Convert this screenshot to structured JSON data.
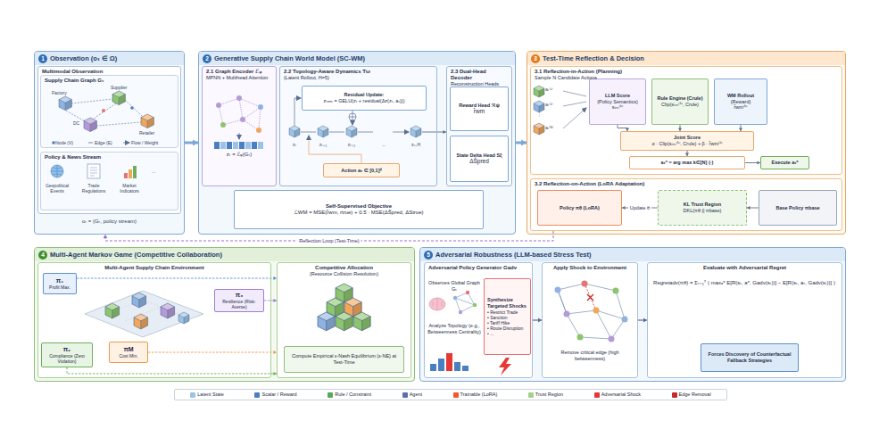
{
  "diagram": {
    "nodes": [
      {
        "text": [
          "1",
          "Observation (oₜ ∈ Ω)"
        ]
      },
      {
        "text": [
          "Multimodal Observation"
        ],
        "in": 0
      },
      {
        "text": [
          "Supply Chain Graph Gₜ"
        ],
        "in": 1
      },
      {
        "text": [
          "Policy & News Stream"
        ],
        "in": 1
      },
      {
        "text": [
          "2",
          "Generative Supply Chain World Model (SC-WM)"
        ]
      },
      {
        "text": [
          "2.1 Graph Encoder ℰᵩ",
          "MPNN + Multihead Attention",
          "zₜ = ℰᵩ(Gₜ)"
        ],
        "in": 4
      },
      {
        "text": [
          "2.2 Topology-Aware Dynamics Tω",
          "(Latent Rollout, H=5)"
        ],
        "in": 4
      },
      {
        "text": [
          "Residual Update:",
          "zₙₑₓₜ = GELU(zₜ + residual(Δz(zₜ, aₜ)))"
        ],
        "in": 6
      },
      {
        "text": [
          "Action aₜ ∈ [0,1]ᵈ"
        ],
        "in": 6
      },
      {
        "text": [
          "2.3 Dual-Head Decoder",
          "Reconstruction Heads"
        ],
        "in": 4
      },
      {
        "text": [
          "Reward Head ℛψ",
          "r̂wm"
        ],
        "in": 9
      },
      {
        "text": [
          "State Delta Head Sξ",
          "ΔŜpred"
        ],
        "in": 9
      },
      {
        "text": [
          "Self-Supervised Objective",
          "ℒWM = MSE(r̂wm, rtrue) + 0.5 · MSE(ΔŜpred, ΔStrue)"
        ],
        "in": 4
      },
      {
        "text": [
          "3",
          "Test-Time Reflection & Decision"
        ]
      },
      {
        "text": [
          "3.1 Reflection-in-Action (Planning)",
          "Sample N Candidate Actions"
        ],
        "in": 13
      },
      {
        "text": [
          "LLM Score",
          "(Policy Semantics)",
          "sₗₗₘ⁽ᵏ⁾"
        ],
        "in": 14
      },
      {
        "text": [
          "Rule Engine (Crule)",
          "Clip(sₗₗₘ⁽ᵏ⁾, Crule)"
        ],
        "in": 14
      },
      {
        "text": [
          "WM Rollout",
          "(Reward)",
          "r̂wm⁽ᵏ⁾"
        ],
        "in": 14
      },
      {
        "text": [
          "Joint Score",
          "α · Clip(sₗₗₘ⁽ᵏ⁾, Crule) + β · r̂wm⁽ᵏ⁾"
        ],
        "in": 14
      },
      {
        "text": [
          "aₜ* = arg max k∈[N] (·)"
        ],
        "in": 14
      },
      {
        "text": [
          "Execute aₜ*"
        ],
        "in": 14
      },
      {
        "text": [
          "3.2 Reflection-on-Action (LoRA Adaptation)"
        ],
        "in": 13
      },
      {
        "text": [
          "Policy πθ (LoRA)"
        ],
        "in": 21
      },
      {
        "text": [
          "KL Trust Region",
          "DKL(πθ || πbase)"
        ],
        "in": 21
      },
      {
        "text": [
          "Base Policy πbase"
        ],
        "in": 21
      },
      {
        "text": [
          "4",
          "Multi-Agent Markov Game (Competitive Collaboration)"
        ]
      },
      {
        "text": [
          "Multi-Agent Supply Chain Environment"
        ],
        "in": 25
      },
      {
        "text": [
          "π₁",
          "Profit Max."
        ],
        "in": 26
      },
      {
        "text": [
          "π₃",
          "Resilience (Risk-Averse)"
        ],
        "in": 26
      },
      {
        "text": [
          "π₂",
          "Compliance (Zero Violation)"
        ],
        "in": 26
      },
      {
        "text": [
          "πM",
          "Cost Min."
        ],
        "in": 26
      },
      {
        "text": [
          "Competitive Allocation",
          "(Resource Collision Resolution)"
        ],
        "in": 25
      },
      {
        "text": [
          "Compute Empirical ε-Nash Equilibrium (ε-NE) at Test-Time"
        ],
        "in": 31
      },
      {
        "text": [
          "5",
          "Adversarial Robustness (LLM-based Stress Test)"
        ]
      },
      {
        "text": [
          "Adversarial Policy Generator Gadv",
          "Observes Global Graph Gₜ",
          "Analyze Topology (e.g., Betweenness Centrality)"
        ],
        "in": 33
      },
      {
        "text": [
          "Synthesize Targeted Shocks",
          "• Restrict Trade",
          "• Sanction",
          "• Tariff Hike",
          "• Route Disruption",
          "• ..."
        ],
        "in": 34
      },
      {
        "text": [
          "Apply Shock to Environment",
          "Remove critical edge (high betweenness)"
        ],
        "in": 33
      },
      {
        "text": [
          "Evaluate with Adversarial Regret",
          "Regretadv(πθ) = Σₜ₌₁ᵀ ( maxₐ* E[R(sₜ, a*, Gadv(sₜ))] − E[R(sₜ, aₜ, Gadv(sₜ))] )"
        ],
        "in": 33
      },
      {
        "text": [
          "Forces Discovery of Counterfactual Fallback Strategies"
        ],
        "in": 37
      }
    ],
    "edges": [
      {
        "from": 0,
        "to": 4,
        "arrow": "to"
      },
      {
        "from": 4,
        "to": 13,
        "arrow": "to"
      },
      {
        "from": 6,
        "to": 9,
        "arrow": "to"
      },
      {
        "from": 15,
        "to": 18,
        "arrow": "to"
      },
      {
        "from": 16,
        "to": 18,
        "arrow": "to"
      },
      {
        "from": 17,
        "to": 18,
        "arrow": "to"
      },
      {
        "from": 18,
        "to": 19,
        "arrow": "to"
      },
      {
        "from": 19,
        "to": 20,
        "arrow": "to"
      },
      {
        "from": 24,
        "to": 23,
        "arrow": "to"
      },
      {
        "from": 23,
        "to": 22,
        "label": "Update θ",
        "arrow": "to"
      },
      {
        "from": 21,
        "to": 0,
        "label": "Reflection Loop (Test-Time)",
        "arrow": "to"
      },
      {
        "from": 27,
        "to": 31,
        "arrow": "to"
      },
      {
        "from": 28,
        "to": 31,
        "arrow": "to"
      },
      {
        "from": 29,
        "to": 31,
        "arrow": "to"
      },
      {
        "from": 30,
        "to": 31,
        "arrow": "to"
      },
      {
        "from": 34,
        "to": 36,
        "arrow": "to"
      },
      {
        "from": 36,
        "to": 37,
        "arrow": "to"
      }
    ],
    "labels": [
      "Factory",
      "Supplier",
      "DC",
      "Retailer",
      "Node (V)",
      "Edge (E)",
      "Flow / Weight",
      "Geopolitical Events",
      "Trade Regulations",
      "Market Indicators",
      "...",
      "oₜ = (Gₜ, policy stream)",
      "zₜ",
      "zₜ₊₁",
      "zₜ₊₂",
      "...",
      "zₜ₊H",
      "aₜ⁽¹⁾",
      "aₜ⁽²⁾",
      "⋮",
      "aₜ⁽ᴺ⁾"
    ],
    "legend": [
      {
        "text": "Latent State",
        "color": "#9cc3e6"
      },
      {
        "text": "Scalar / Reward",
        "color": "#4a7fc1"
      },
      {
        "text": "Rule / Constraint",
        "color": "#5aa65a"
      },
      {
        "text": "Agent",
        "color": "#5b6fb0"
      },
      {
        "text": "Trainable (LoRA)",
        "color": "#f05a28"
      },
      {
        "text": "Trust Region",
        "color": "#a7d08c"
      },
      {
        "text": "Adversarial Shock",
        "color": "#e53935"
      },
      {
        "text": "Edge Removal",
        "color": "#c62828"
      }
    ]
  }
}
